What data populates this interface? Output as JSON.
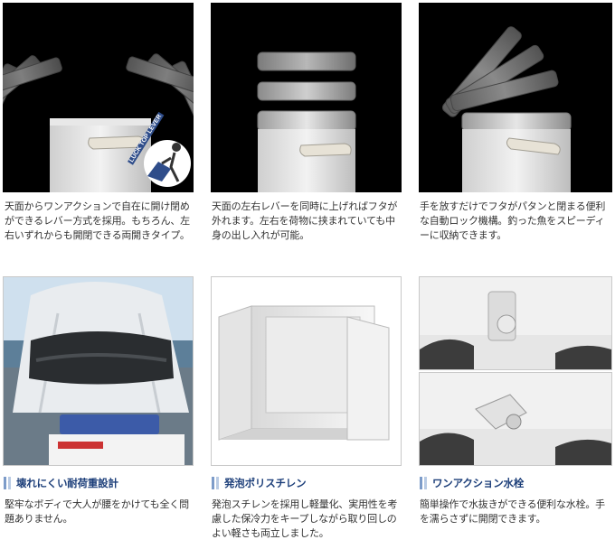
{
  "features": [
    {
      "caption": "天面からワンアクションで自在に開け閉めができるレバー方式を採用。もちろん、左右いずれからも開閉できる両開きタイプ。",
      "badge_text": "LUCK TOP LEVER"
    },
    {
      "caption": "天面の左右レバーを同時に上げればフタが外れます。左右を荷物に挟まれていても中身の出し入れが可能。"
    },
    {
      "caption": "手を放すだけでフタがパタンと閉まる便利な自動ロック機構。釣った魚をスピーディーに収納できます。"
    },
    {
      "heading": "壊れにくい耐荷重設計",
      "caption": "堅牢なボディで大人が腰をかけても全く問題ありません。"
    },
    {
      "heading": "発泡ポリスチレン",
      "caption": "発泡スチレンを採用し軽量化、実用性を考慮した保冷力をキープしながら取り回しのよい軽さも両立しました。"
    },
    {
      "heading": "ワンアクション水栓",
      "caption": "簡単操作で水抜きができる便利な水栓。手を濡らさずに開閉できます。"
    }
  ]
}
